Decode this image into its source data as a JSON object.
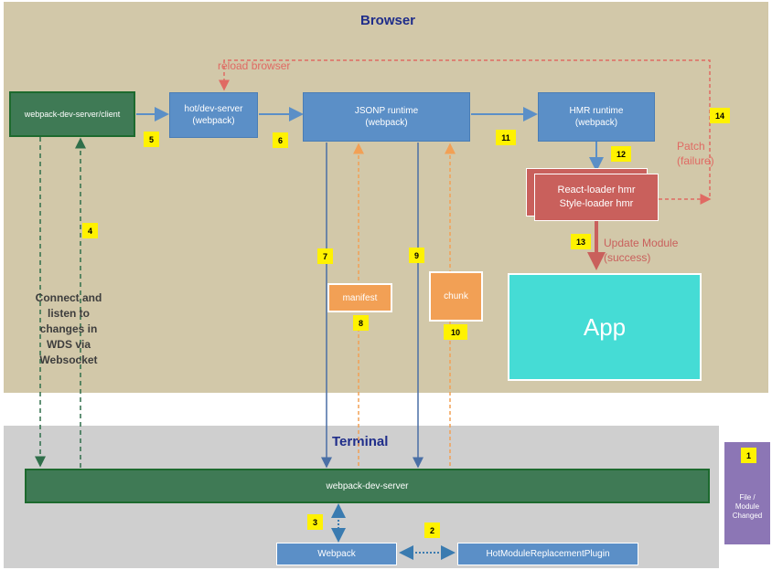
{
  "regions": {
    "browser_title": "Browser",
    "terminal_title": "Terminal"
  },
  "boxes": {
    "wds_client": "webpack-dev-server/client",
    "hot_dev_server": "hot/dev-server\n(webpack)",
    "jsonp_runtime": "JSONP runtime\n(webpack)",
    "hmr_runtime": "HMR runtime\n(webpack)",
    "loaders": "React-loader hmr\nStyle-loader hmr",
    "manifest": "manifest",
    "chunk": "chunk",
    "app": "App",
    "webpack_dev_server": "webpack-dev-server",
    "webpack": "Webpack",
    "hmr_plugin": "HotModuleReplacementPlugin",
    "file_changed": "File /\nModule\nChanged"
  },
  "labels": {
    "reload_browser": "reload browser",
    "patch_failure": "Patch\n(failure)",
    "update_module": "Update Module\n(success)",
    "connect_listen": "Connect  and\nlisten to\nchanges in\nWDS via\nWebsocket"
  },
  "steps": [
    "1",
    "2",
    "3",
    "4",
    "5",
    "6",
    "7",
    "8",
    "9",
    "10",
    "11",
    "12",
    "13",
    "14"
  ],
  "colors": {
    "browser_bg": "#d2c8a9",
    "terminal_bg": "#cfcfcf",
    "blue": "#5b8fc7",
    "green": "#3f7a55",
    "red": "#c9605c",
    "orange": "#f2a055",
    "app": "#45dcd5",
    "purple": "#8c76b5",
    "badge": "#fff200"
  }
}
